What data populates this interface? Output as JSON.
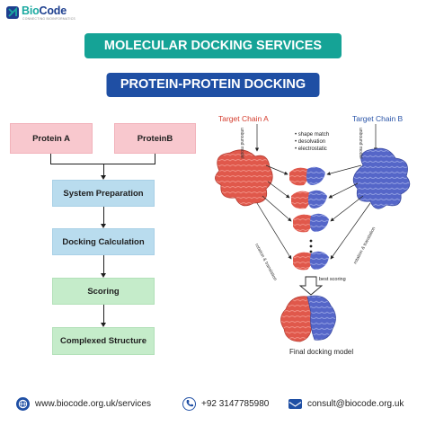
{
  "brand": {
    "name_part1": "Bio",
    "name_part2": "Code",
    "tagline": "CONNECTING BIOINFORMATICS"
  },
  "titles": {
    "main": "MOLECULAR DOCKING SERVICES",
    "sub": "PROTEIN-PROTEIN DOCKING"
  },
  "flowchart": {
    "protein_a": "Protein A",
    "protein_b": "ProteinB",
    "steps": [
      "System Preparation",
      "Docking Calculation",
      "Scoring",
      "Complexed Structure"
    ]
  },
  "docking_diagram": {
    "chain_a_label": "Target Chain A",
    "chain_b_label": "Target Chain B",
    "unbound_model_label": "unbound model",
    "criteria": [
      "shape match",
      "desolvation",
      "electrostatic"
    ],
    "rotation_label": "rotation & translation",
    "best_scoring_label": "best scoring",
    "final_label": "Final docking model"
  },
  "colors": {
    "teal": "#15a396",
    "navy": "#1f4fa4",
    "chain_red": "#e0584b",
    "chain_blue": "#5566c8"
  },
  "footer": {
    "website": "www.biocode.org.uk/services",
    "phone": "+92 3147785980",
    "email": "consult@biocode.org.uk",
    "icons": [
      "globe-icon",
      "phone-icon",
      "mail-icon"
    ]
  }
}
